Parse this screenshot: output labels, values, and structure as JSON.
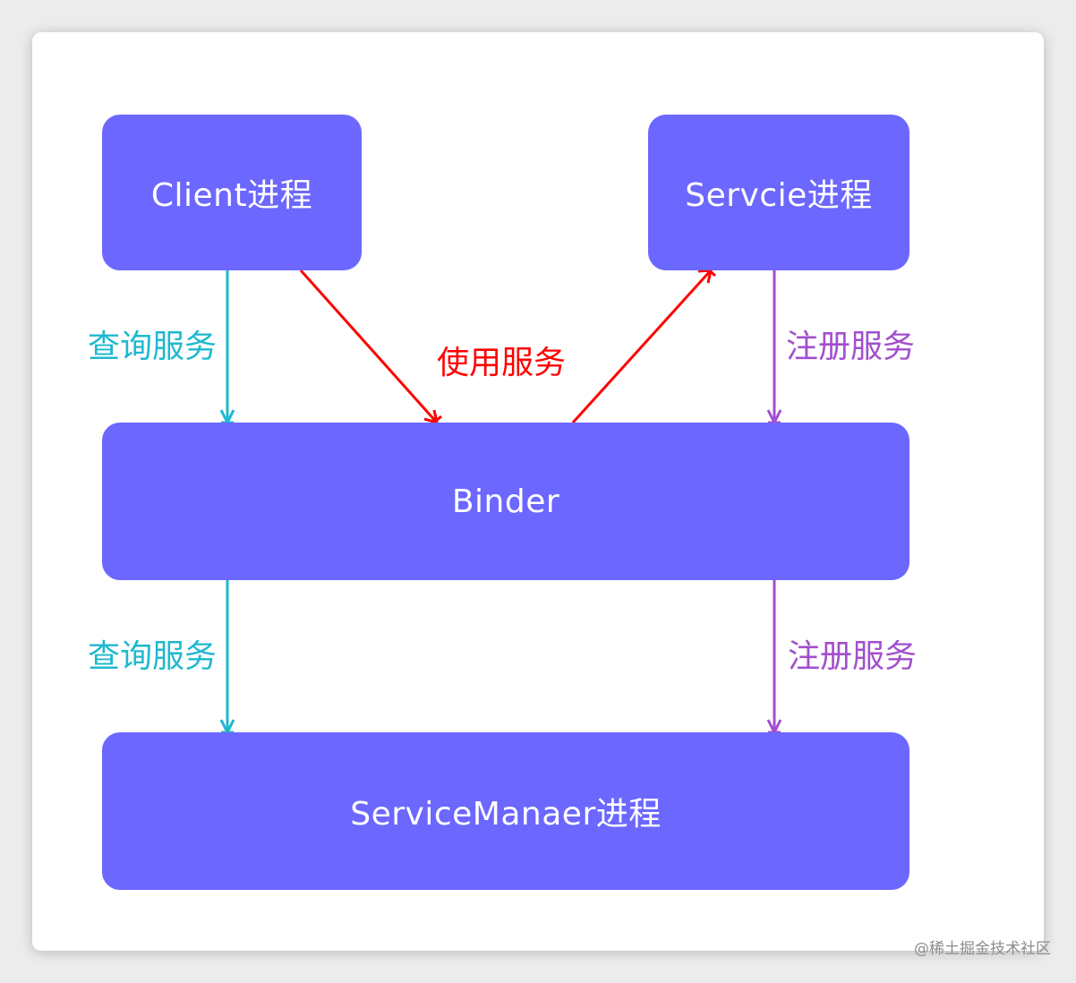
{
  "diagram": {
    "nodes": {
      "client": "Client进程",
      "service": "Servcie进程",
      "binder": "Binder",
      "service_manager": "ServiceManaer进程"
    },
    "edges": {
      "client_query": "查询服务",
      "use_service": "使用服务",
      "service_register": "注册服务",
      "binder_query": "查询服务",
      "binder_register": "注册服务"
    },
    "colors": {
      "node_fill": "#6c67ff",
      "query": "#1fb8cf",
      "use": "#ff0000",
      "register": "#a24fce"
    }
  },
  "watermark": "@稀土掘金技术社区"
}
